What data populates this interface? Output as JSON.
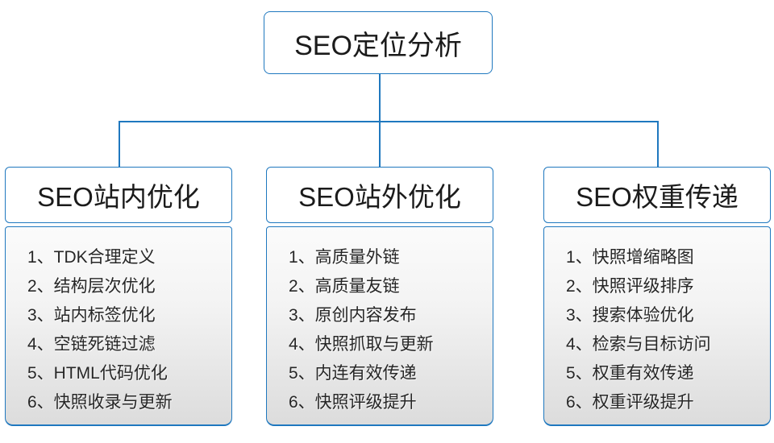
{
  "diagram": {
    "accent_color": "#1f78bf",
    "root": {
      "label": "SEO定位分析"
    },
    "branches": [
      {
        "title": "SEO站内优化",
        "items": [
          "1、TDK合理定义",
          "2、结构层次优化",
          "3、站内标签优化",
          "4、空链死链过滤",
          "5、HTML代码优化",
          "6、快照收录与更新"
        ]
      },
      {
        "title": "SEO站外优化",
        "items": [
          "1、高质量外链",
          "2、高质量友链",
          "3、原创内容发布",
          "4、快照抓取与更新",
          "5、内连有效传递",
          "6、快照评级提升"
        ]
      },
      {
        "title": "SEO权重传递",
        "items": [
          "1、快照增缩略图",
          "2、快照评级排序",
          "3、搜索体验优化",
          "4、检索与目标访问",
          "5、权重有效传递",
          "6、权重评级提升"
        ]
      }
    ]
  }
}
